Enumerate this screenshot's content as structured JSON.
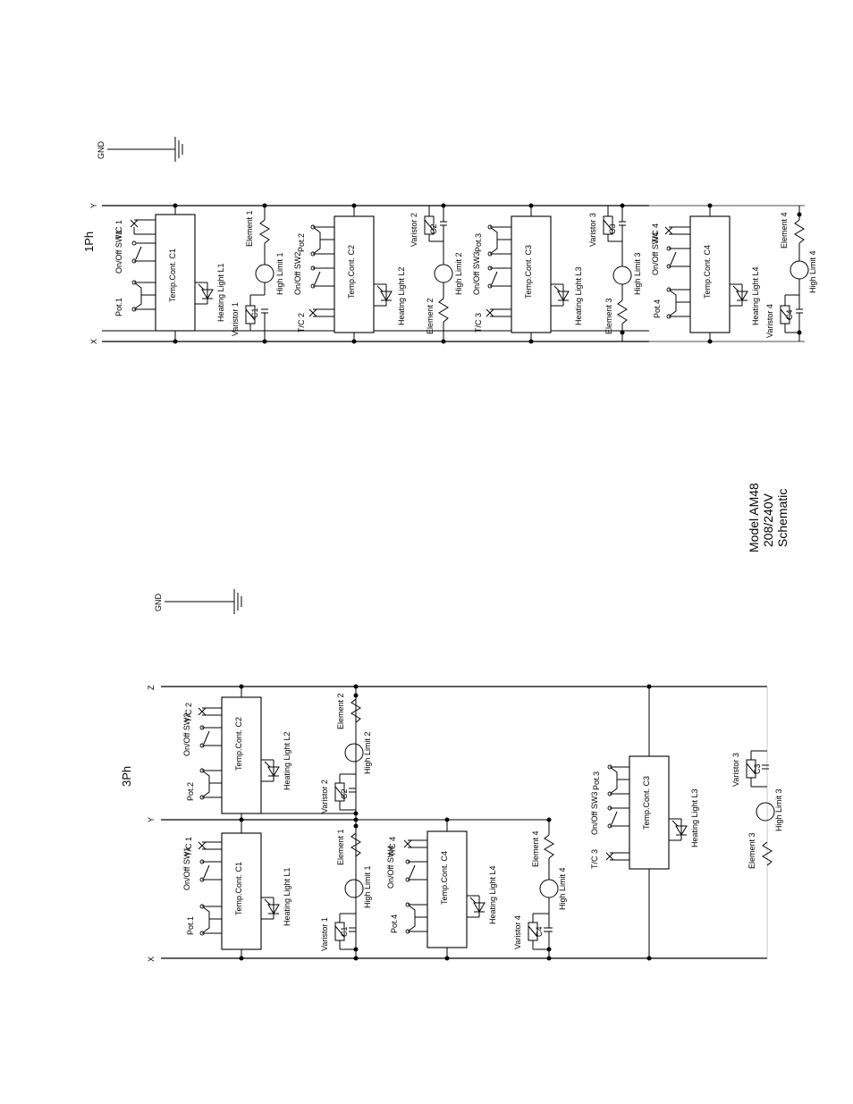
{
  "title": {
    "line1": "Model AM48",
    "line2": "208/240V",
    "line3": "Schematic"
  },
  "single_phase": {
    "heading": "1Ph",
    "gnd": "GND",
    "line_y": "Y",
    "line_x": "X",
    "controllers": [
      {
        "name": "Temp.Cont. C1",
        "pot": "Pot.1",
        "switch": "On/Off SW1",
        "tc": "T/C 1",
        "light": "Heating Light L1"
      },
      {
        "name": "Temp.Cont. C2",
        "pot": "Pot.2",
        "switch": "On/Off SW2",
        "tc": "T/C 2",
        "light": "Heating Light L2"
      },
      {
        "name": "Temp.Cont. C3",
        "pot": "Pot.3",
        "switch": "On/Off SW3",
        "tc": "T/C 3",
        "light": "Heating Light L3"
      },
      {
        "name": "Temp.Cont. C4",
        "pot": "Pot.4",
        "switch": "On/Off SW4",
        "tc": "T/C 4",
        "light": "Heating Light L4"
      }
    ],
    "loads": [
      {
        "element": "Element 1",
        "high_limit": "High Limit 1",
        "varistor": "Varistor 1",
        "contact": "C1"
      },
      {
        "element": "Element 2",
        "high_limit": "High Limit 2",
        "varistor": "Varistor 2",
        "contact": "C2"
      },
      {
        "element": "Element 3",
        "high_limit": "High Limit 3",
        "varistor": "Varistor 3",
        "contact": "C3"
      },
      {
        "element": "Element 4",
        "high_limit": "High Limit 4",
        "varistor": "Varistor 4",
        "contact": "C4"
      }
    ]
  },
  "three_phase": {
    "heading": "3Ph",
    "gnd": "GND",
    "line_z": "Z",
    "line_y": "Y",
    "line_x": "X",
    "controllers": [
      {
        "name": "Temp.Cont. C1",
        "pot": "Pot.1",
        "switch": "On/Off SW1",
        "tc": "T/C 1",
        "light": "Heating Light L1"
      },
      {
        "name": "Temp.Cont. C2",
        "pot": "Pot.2",
        "switch": "On/Off SW2",
        "tc": "T/C 2",
        "light": "Heating Light L2"
      },
      {
        "name": "Temp.Cont. C3",
        "pot": "Pot.3",
        "switch": "On/Off SW3",
        "tc": "T/C 3",
        "light": "Heating Light L3"
      },
      {
        "name": "Temp.Cont. C4",
        "pot": "Pot.4",
        "switch": "On/Off SW4",
        "tc": "T/C 4",
        "light": "Heating Light L4"
      }
    ],
    "loads": [
      {
        "element": "Element 1",
        "high_limit": "High Limit 1",
        "varistor": "Varistor 1",
        "contact": "C1"
      },
      {
        "element": "Element 2",
        "high_limit": "High Limit 2",
        "varistor": "Varistor 2",
        "contact": "C2"
      },
      {
        "element": "Element 3",
        "high_limit": "High Limit 3",
        "varistor": "Varistor 3",
        "contact": "C3"
      },
      {
        "element": "Element 4",
        "high_limit": "High Limit 4",
        "varistor": "Varistor 4",
        "contact": "C4"
      }
    ]
  }
}
